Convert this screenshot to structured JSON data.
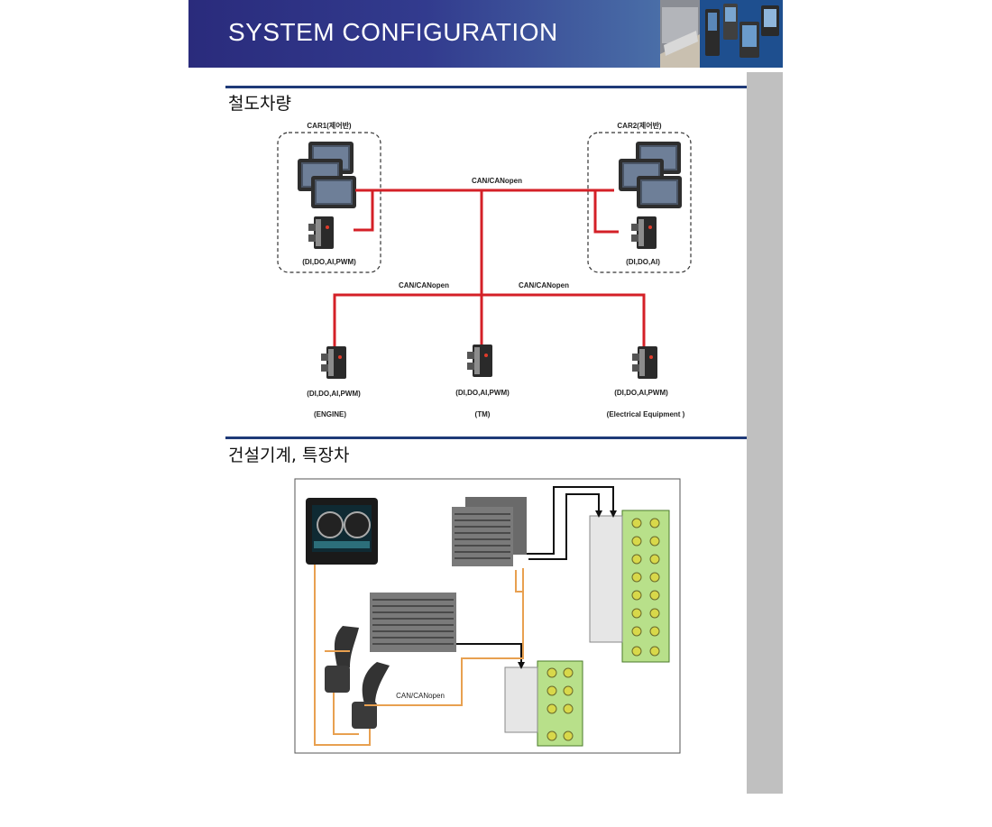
{
  "header": {
    "title": "SYSTEM CONFIGURATION"
  },
  "section_rail": {
    "title": "철도차량",
    "car1": {
      "title": "CAR1(제어반)",
      "io": "(DI,DO,AI,PWM)"
    },
    "car2": {
      "title": "CAR2(제어반)",
      "io": "(DI,DO,AI)"
    },
    "bus_top": "CAN/CANopen",
    "bus_left": "CAN/CANopen",
    "bus_right": "CAN/CANopen",
    "nodes": [
      {
        "io": "(DI,DO,AI,PWM)",
        "name": "(ENGINE)"
      },
      {
        "io": "(DI,DO,AI,PWM)",
        "name": "(TM)"
      },
      {
        "io": "(DI,DO,AI,PWM)",
        "name": "(Electrical Equipment )"
      }
    ]
  },
  "section_construction": {
    "title": "건설기계, 특장차",
    "bus_label": "CAN/CANopen"
  },
  "colors": {
    "header": "#2a2b7c",
    "rule": "#1f3a78",
    "bus": "#d42027",
    "wire": "#e8a050",
    "sidebar": "#c0c0c0"
  }
}
